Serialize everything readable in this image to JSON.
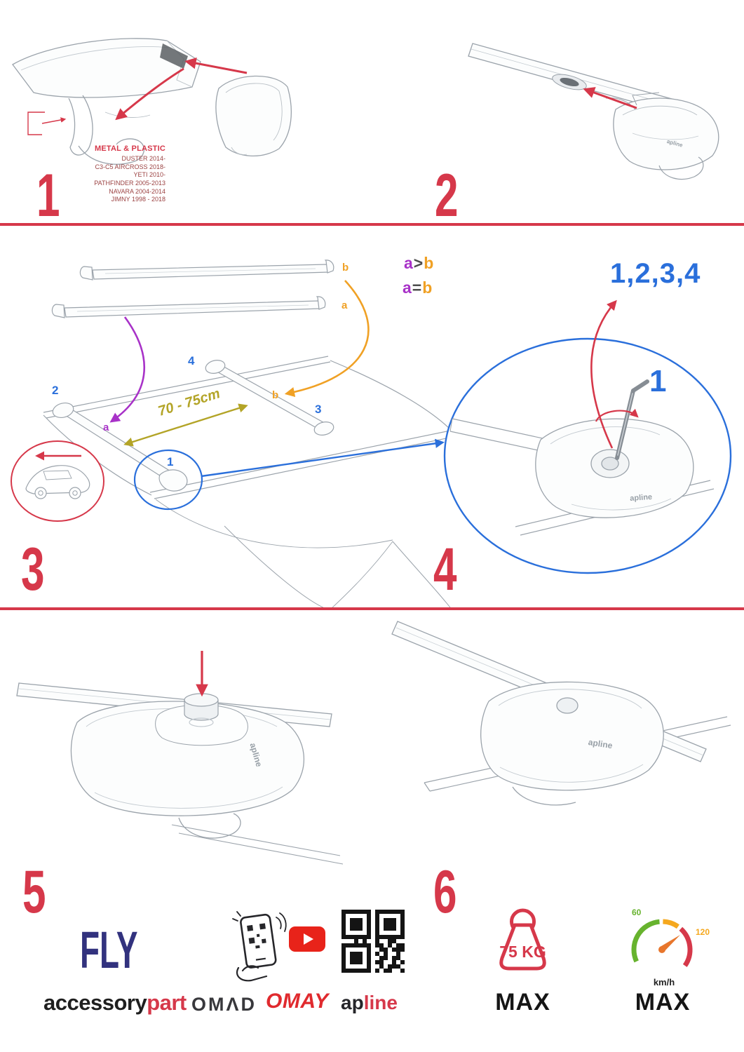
{
  "steps": {
    "s1": "1",
    "s2": "2",
    "s3": "3",
    "s4": "4",
    "s5": "5",
    "s6": "6"
  },
  "panel1": {
    "heading": "METAL & PLASTIC",
    "models": [
      "DUSTER 2014-",
      "C3-C5 AIRCROSS 2018-",
      "YETI 2010-",
      "PATHFINDER 2005-2013",
      "NAVARA 2004-2014",
      "JIMNY 1998 - 2018"
    ]
  },
  "panel3": {
    "bar_b": "b",
    "bar_a": "a",
    "rule_gt": {
      "left": "a",
      "op": ">",
      "right": "b"
    },
    "rule_eq": {
      "left": "a",
      "op": "=",
      "right": "b"
    },
    "pos2": "2",
    "pos4": "4",
    "pos3": "3",
    "pos1": "1",
    "roof_a": "a",
    "roof_b": "b",
    "dimension": "70 - 75cm"
  },
  "panel4": {
    "sequence": "1,2,3,4",
    "detail": "1"
  },
  "branding": {
    "foot_label": "apline"
  },
  "footer": {
    "fly": "FLY",
    "accessory": "accessory",
    "part": "part",
    "omad": "OMΛD",
    "omay": "OMAY",
    "apline_ap": "ap",
    "apline_line": "line",
    "qr_pattern": "███████ ███████\n█     █ █     █\n█ ███ █ █ ███ █\n█ ███ █ █ ███ █\n█ ███ █ █ ███ █\n█     █ █     █\n███████ ███████\n   █ █  █  ██  \n███████ ██ █ ██\n█     █  ██ ███\n█ ███ █ █ █  █ \n█ ███ █  ██ ██ \n█ ███ █ ██  █ █\n█     █  █ ███ \n███████ █ ██  █",
    "weight_value": "75 KG",
    "weight_max": "MAX",
    "speed_low": "60",
    "speed_high": "120",
    "speed_unit": "km/h",
    "speed_max": "MAX"
  },
  "colors": {
    "red": "#d6384a",
    "blue": "#2a6fdb",
    "purple": "#a832c8",
    "orange": "#f0a125",
    "olive": "#b3a427",
    "navy": "#32327e",
    "youtube_red": "#e8231a",
    "green": "#67b32e"
  }
}
